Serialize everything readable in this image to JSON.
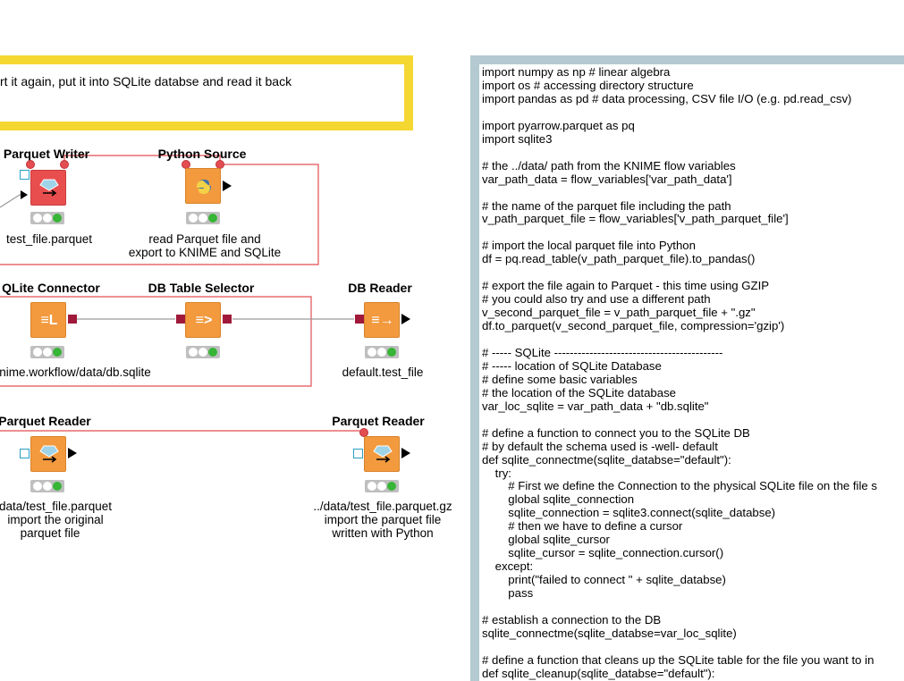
{
  "annotation": {
    "text": "rt it again, put it into SQLite databse and read it back"
  },
  "nodes": {
    "parquet_writer": {
      "title": "Parquet Writer",
      "label": "test_file.parquet"
    },
    "python_source": {
      "title": "Python Source",
      "label_1": "read Parquet file and",
      "label_2": "export to KNIME and SQLite"
    },
    "sqlite_connector": {
      "title": "QLite Connector",
      "label": "nime.workflow/data/db.sqlite"
    },
    "db_table_selector": {
      "title": "DB Table Selector"
    },
    "db_reader": {
      "title": "DB Reader",
      "label": "default.test_file"
    },
    "parquet_reader_1": {
      "title": "Parquet Reader",
      "label_1": "data/test_file.parquet",
      "label_2": "import the original",
      "label_3": "parquet file"
    },
    "parquet_reader_2": {
      "title": "Parquet Reader",
      "label_1": "../data/test_file.parquet.gz",
      "label_2": "import the parquet file",
      "label_3": "written with Python"
    }
  },
  "code": [
    "import numpy as np # linear algebra",
    "import os # accessing directory structure",
    "import pandas as pd # data processing, CSV file I/O (e.g. pd.read_csv)",
    "",
    "import pyarrow.parquet as pq",
    "import sqlite3",
    "",
    "# the ../data/ path from the KNIME flow variables",
    "var_path_data = flow_variables['var_path_data']",
    "",
    "# the name of the parquet file including the path",
    "v_path_parquet_file = flow_variables['v_path_parquet_file']",
    "",
    "# import the local parquet file into Python",
    "df = pq.read_table(v_path_parquet_file).to_pandas()",
    "",
    "# export the file again to Parquet - this time using GZIP",
    "# you could also try and use a different path",
    "v_second_parquet_file = v_path_parquet_file + \".gz\"",
    "df.to_parquet(v_second_parquet_file, compression='gzip')",
    "",
    "# ----- SQLite -------------------------------------------",
    "# ----- location of SQLite Database",
    "# define some basic variables",
    "# the location of the SQLite database",
    "var_loc_sqlite = var_path_data + \"db.sqlite\"",
    "",
    "# define a function to connect you to the SQLite DB",
    "# by default the schema used is -well- default",
    "def sqlite_connectme(sqlite_databse=\"default\"):",
    "    try:",
    "        # First we define the Connection to the physical SQLite file on the file s",
    "        global sqlite_connection",
    "        sqlite_connection = sqlite3.connect(sqlite_databse)",
    "        # then we have to define a cursor",
    "        global sqlite_cursor",
    "        sqlite_cursor = sqlite_connection.cursor()",
    "    except:",
    "        print(\"failed to connect \" + sqlite_databse)",
    "        pass",
    "",
    "# establish a connection to the DB",
    "sqlite_connectme(sqlite_databse=var_loc_sqlite)",
    "",
    "# define a function that cleans up the SQLite table for the file you want to in",
    "def sqlite_cleanup(sqlite_databse=\"default\"):"
  ]
}
